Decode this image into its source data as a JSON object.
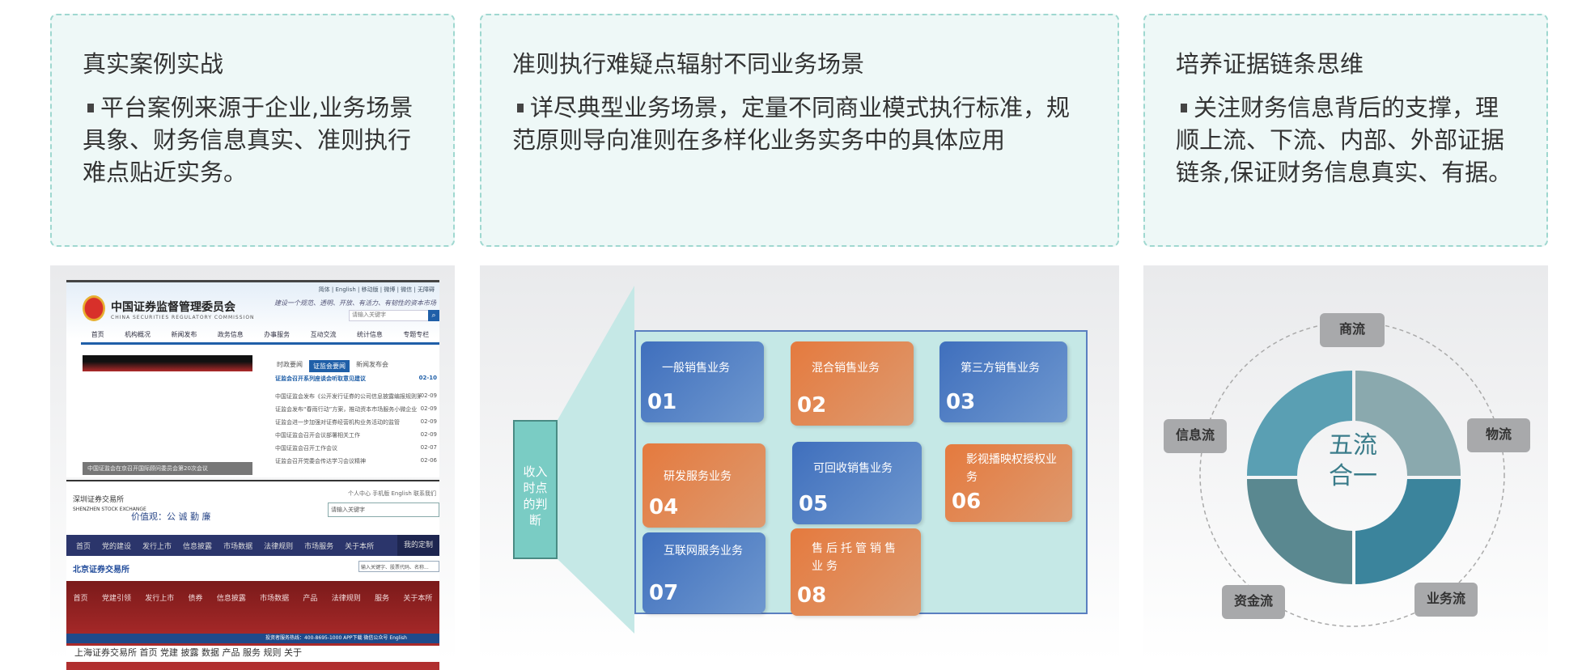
{
  "cards": [
    {
      "title": "真实案例实战",
      "body": "平台案例来源于企业,业务场景具象、财务信息真实、准则执行难点贴近实务。"
    },
    {
      "title": "准则执行难疑点辐射不同业务场景",
      "body": "详尽典型业务场景，定量不同商业模式执行标准，规范原则导向准则在多样化业务实务中的具体应用"
    },
    {
      "title": "培养证据链条思维",
      "body": "关注财务信息背后的支撑，理顺上流、下流、内部、外部证据链条,保证财务信息真实、有据。"
    }
  ],
  "csrc": {
    "name": "中国证券监督管理委员会",
    "en": "CHINA SECURITIES REGULATORY COMMISSION",
    "toplinks": "简体 | English | 移动版 | 微博 | 微信 | 无障碍",
    "slogan": "建设一个规范、透明、开放、有活力、有韧性的资本市场",
    "search": "请输入关键字",
    "nav": [
      "首页",
      "机构概况",
      "新闻发布",
      "政务信息",
      "办事服务",
      "互动交流",
      "统计信息",
      "专题专栏"
    ],
    "tabs": [
      "时政要闻",
      "证监会要闻",
      "新闻发布会"
    ],
    "headline": "证监会召开系列座谈会听取意见建议",
    "headline_date": "02-10",
    "news": [
      {
        "t": "中国证监会发布《公开发行证券的公司信息披露编报规则第4号—...",
        "d": "02-09"
      },
      {
        "t": "证监会发布“春雨行动”方案，推动资本市场服务小微企业",
        "d": "02-09"
      },
      {
        "t": "证监会进一步加强对证券经营机构业务活动的监管",
        "d": "02-09"
      },
      {
        "t": "中国证监会召开会议部署相关工作",
        "d": "02-09"
      },
      {
        "t": "中国证监会召开工作会议",
        "d": "02-07"
      },
      {
        "t": "证监会召开党委会传达学习会议精神",
        "d": "02-06"
      }
    ],
    "caption": "中国证监会在京召开国际顾问委员会第20次会议"
  },
  "szse": {
    "logo": "深圳证券交易所",
    "logo_en": "SHENZHEN STOCK EXCHANGE",
    "values": "价值观：公 诚 勤 廉",
    "links": "个人中心  手机版  English  联系我们",
    "search": "请输入关键字",
    "nav": [
      "首页",
      "党的建设",
      "发行上市",
      "信息披露",
      "市场数据",
      "法律规则",
      "市场服务",
      "关于本所"
    ],
    "me": "我的定制"
  },
  "bse": {
    "logo": "北京证券交易所",
    "search": "输入关键字、股票代码、名称...",
    "nav": [
      "首页",
      "党建引领",
      "发行上市",
      "债券",
      "信息披露",
      "市场数据",
      "产品",
      "法律规则",
      "服务",
      "关于本所"
    ],
    "bar": "投资者服务热线：400-8695-1000  APP下载  微信公众号  English",
    "sse": "上海证券交易所  首页 党建 披露 数据 产品 服务 规则 关于"
  },
  "revenue": {
    "label": "收入时点的判断",
    "tiles": [
      {
        "title": "一般销售业务",
        "num": "01",
        "color": "blue"
      },
      {
        "title": "混合销售业务",
        "num": "02",
        "color": "orange"
      },
      {
        "title": "第三方销售业务",
        "num": "03",
        "color": "blue"
      },
      {
        "title": "研发服务业务",
        "num": "04",
        "color": "orange"
      },
      {
        "title": "可回收销售业务",
        "num": "05",
        "color": "blue"
      },
      {
        "title": "影视播映权授权业务",
        "num": "06",
        "color": "orange"
      },
      {
        "title": "互联网服务业务",
        "num": "07",
        "color": "blue"
      },
      {
        "title": "售后托管销售业务",
        "num": "08",
        "color": "orange"
      }
    ]
  },
  "flows": {
    "center1": "五流",
    "center2": "合一",
    "items": [
      "商流",
      "物流",
      "业务流",
      "资金流",
      "信息流"
    ]
  }
}
